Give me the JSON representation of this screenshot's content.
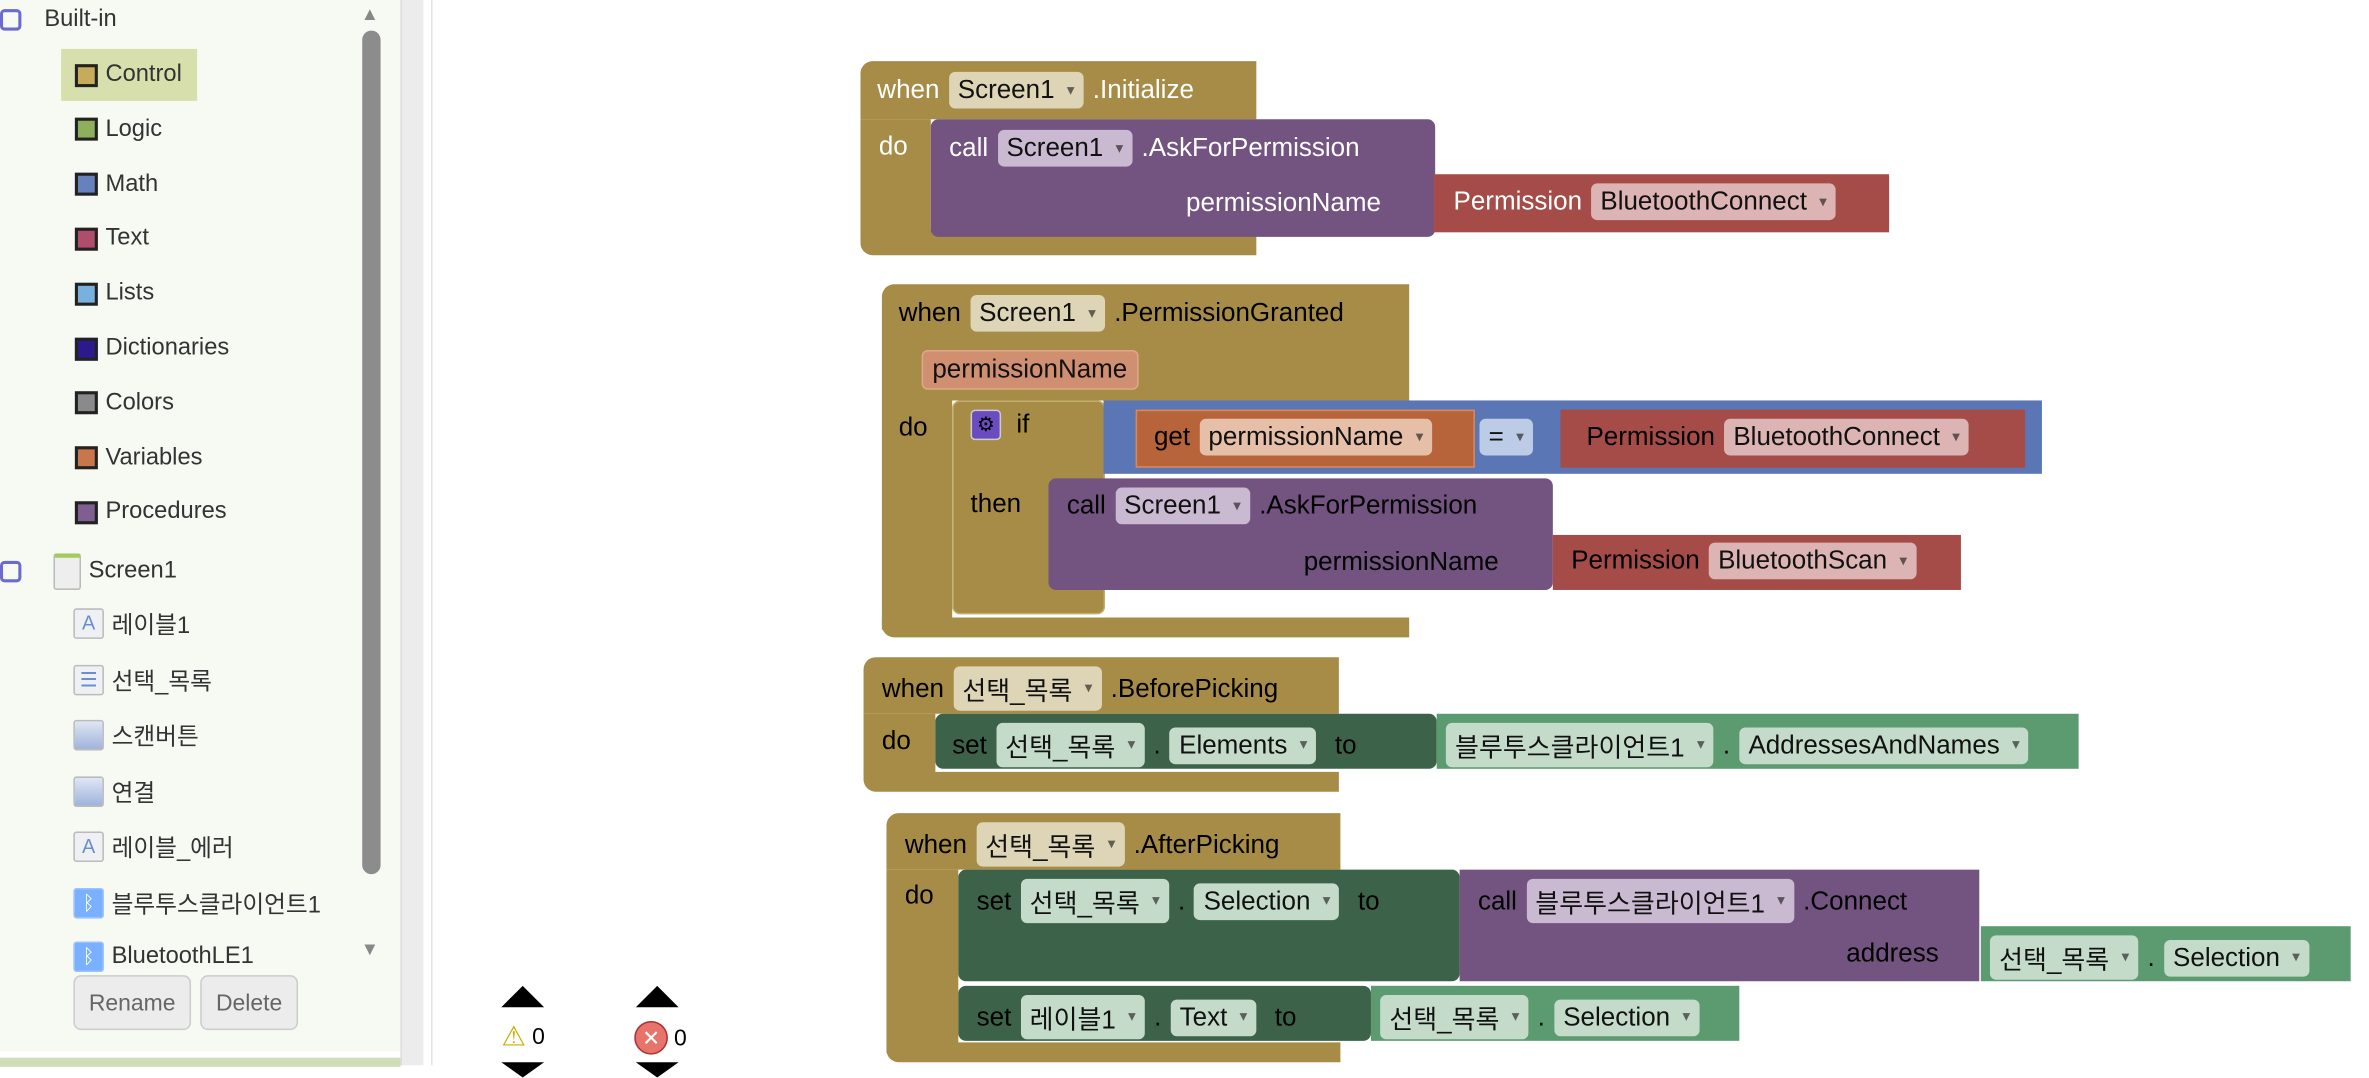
{
  "sidebar": {
    "builtin_label": "Built-in",
    "builtin": [
      {
        "label": "Control",
        "color": "#c6ab5a"
      },
      {
        "label": "Logic",
        "color": "#8fb05a"
      },
      {
        "label": "Math",
        "color": "#6582bd"
      },
      {
        "label": "Text",
        "color": "#b04c6c"
      },
      {
        "label": "Lists",
        "color": "#78b2dc"
      },
      {
        "label": "Dictionaries",
        "color": "#2c1a8c"
      },
      {
        "label": "Colors",
        "color": "#8a8a8a"
      },
      {
        "label": "Variables",
        "color": "#c7774a"
      },
      {
        "label": "Procedures",
        "color": "#7e5f8f"
      }
    ],
    "screen_label": "Screen1",
    "components": [
      "레이블1",
      "선택_목록",
      "스캔버튼",
      "연결",
      "레이블_에러",
      "블루투스클라이언트1",
      "BluetoothLE1"
    ],
    "rename": "Rename",
    "delete": "Delete"
  },
  "indicators": {
    "warnings": "0",
    "errors": "0"
  },
  "blocks": {
    "when": "when",
    "do": "do",
    "call": "call",
    "set": "set",
    "to": "to",
    "get": "get",
    "if": "if",
    "then": "then",
    "dot": ".",
    "screen": "Screen1",
    "initialize": ".Initialize",
    "ask": ".AskForPermission",
    "permissionName": "permissionName",
    "permission": "Permission",
    "btconnect": "BluetoothConnect",
    "btscan": "BluetoothScan",
    "granted": ".PermissionGranted",
    "eq": "=",
    "list": "선택_목록",
    "before": ".BeforePicking",
    "after": ".AfterPicking",
    "elements": "Elements",
    "client": "블루투스클라이언트1",
    "addrnames": "AddressesAndNames",
    "selection": "Selection",
    "connect": ".Connect",
    "address": "address",
    "label1": "레이블1",
    "text": "Text"
  }
}
